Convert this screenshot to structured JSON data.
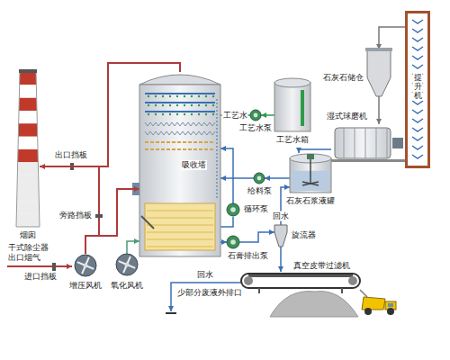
{
  "diagram": {
    "nodes": [
      {
        "text": [
          "烟囱"
        ]
      },
      {
        "text": [
          "吸收塔"
        ]
      },
      {
        "text": [
          "工艺水箱"
        ]
      },
      {
        "text": [
          "工艺水泵"
        ]
      },
      {
        "text": [
          "石灰石储仓"
        ]
      },
      {
        "text": [
          "提升机"
        ]
      },
      {
        "text": [
          "湿式球磨机"
        ]
      },
      {
        "text": [
          "石灰石浆液罐"
        ]
      },
      {
        "text": [
          "给料泵"
        ]
      },
      {
        "text": [
          "循环泵"
        ]
      },
      {
        "text": [
          "旋流器"
        ]
      },
      {
        "text": [
          "石膏排出泵"
        ]
      },
      {
        "text": [
          "真空皮带过滤机"
        ]
      },
      {
        "text": [
          "增压风机"
        ]
      },
      {
        "text": [
          "氧化风机"
        ]
      }
    ],
    "edges": [
      {
        "from": 13,
        "to": 1,
        "arrow": "to"
      },
      {
        "from": 1,
        "to": 0,
        "arrow": "to"
      },
      {
        "from": 2,
        "to": 3,
        "arrow": "to"
      },
      {
        "from": 3,
        "to": 1,
        "arrow": "to",
        "label": "工艺水"
      },
      {
        "from": 5,
        "to": 4,
        "arrow": "to"
      },
      {
        "from": 4,
        "to": 6,
        "arrow": "to"
      },
      {
        "from": 6,
        "to": 7,
        "arrow": "to"
      },
      {
        "from": 7,
        "to": 8,
        "arrow": "to"
      },
      {
        "from": 8,
        "to": 1,
        "arrow": "to"
      },
      {
        "from": 9,
        "to": 1,
        "arrow": "to"
      },
      {
        "from": 14,
        "to": 1,
        "arrow": "to"
      },
      {
        "from": 1,
        "to": 11,
        "arrow": "to"
      },
      {
        "from": 11,
        "to": 10,
        "arrow": "to"
      },
      {
        "from": 10,
        "to": 12,
        "arrow": "to"
      },
      {
        "from": 10,
        "to": 7,
        "arrow": "to",
        "label": "回水"
      }
    ],
    "labels": [
      "出口挡板",
      "旁路挡板",
      "干式除尘器 出口烟气",
      "进口挡板",
      "回水",
      "少部分废液外排口"
    ]
  }
}
